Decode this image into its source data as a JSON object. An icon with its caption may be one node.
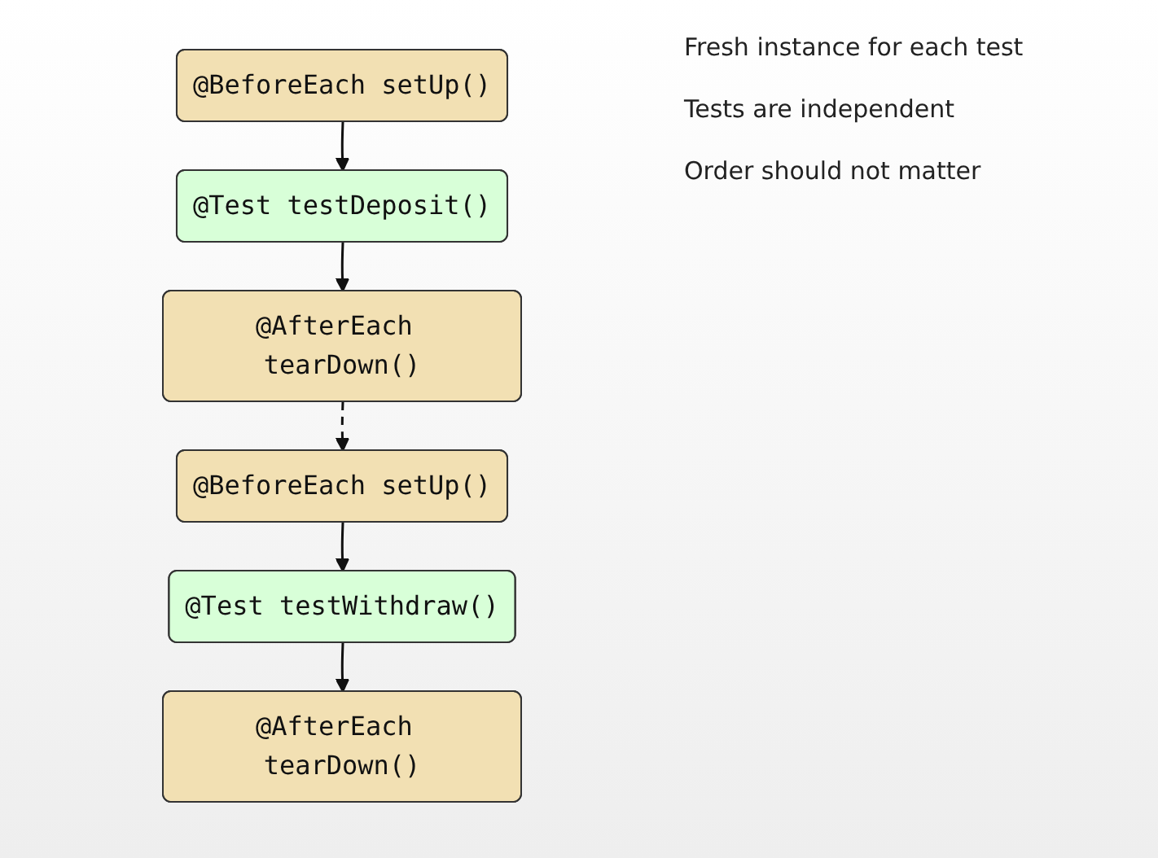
{
  "diagram": {
    "nodes": [
      {
        "text": [
          "@BeforeEach setUp()"
        ]
      },
      {
        "text": [
          "@Test testDeposit()"
        ]
      },
      {
        "text": [
          "@AfterEach tearDown()"
        ]
      },
      {
        "text": [
          "@BeforeEach setUp()"
        ]
      },
      {
        "text": [
          "@Test testWithdraw()"
        ]
      },
      {
        "text": [
          "@AfterEach tearDown()"
        ]
      }
    ],
    "edges": [
      {
        "from": 0,
        "to": 1,
        "arrow": "to"
      },
      {
        "from": 1,
        "to": 2,
        "arrow": "to"
      },
      {
        "from": 2,
        "to": 3,
        "arrow": "to",
        "style": "dashed"
      },
      {
        "from": 3,
        "to": 4,
        "arrow": "to"
      },
      {
        "from": 4,
        "to": 5,
        "arrow": "to"
      }
    ],
    "labels": [
      "Fresh instance for each test",
      "Tests are independent",
      "Order should not matter"
    ]
  }
}
